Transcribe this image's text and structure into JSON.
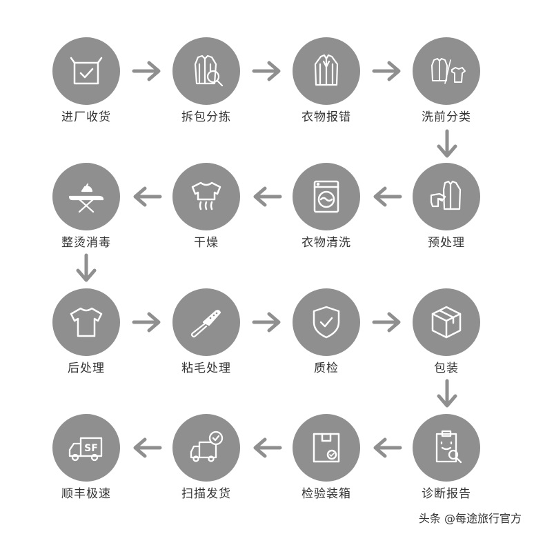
{
  "steps": [
    {
      "label": "进厂收货",
      "icon": "box-check-icon"
    },
    {
      "label": "拆包分拣",
      "icon": "jacket-magnifier-icon"
    },
    {
      "label": "衣物报错",
      "icon": "jacket-icon"
    },
    {
      "label": "洗前分类",
      "icon": "jacket-tshirt-icon"
    },
    {
      "label": "预处理",
      "icon": "hand-jacket-icon"
    },
    {
      "label": "衣物清洗",
      "icon": "washing-machine-icon"
    },
    {
      "label": "干燥",
      "icon": "shirt-steam-icon"
    },
    {
      "label": "整烫消毒",
      "icon": "ironing-board-icon"
    },
    {
      "label": "后处理",
      "icon": "tshirt-icon"
    },
    {
      "label": "粘毛处理",
      "icon": "lint-roller-icon"
    },
    {
      "label": "质检",
      "icon": "shield-check-icon"
    },
    {
      "label": "包装",
      "icon": "package-box-icon"
    },
    {
      "label": "诊断报告",
      "icon": "clipboard-search-icon"
    },
    {
      "label": "检验装箱",
      "icon": "box-stamp-icon"
    },
    {
      "label": "扫描发货",
      "icon": "truck-clock-icon"
    },
    {
      "label": "顺丰极速",
      "icon": "sf-truck-icon"
    }
  ],
  "watermark": "头条 @每途旅行官方",
  "colors": {
    "circle": "#8f8f8f",
    "arrow": "#8f8f8f",
    "text": "#333333"
  }
}
